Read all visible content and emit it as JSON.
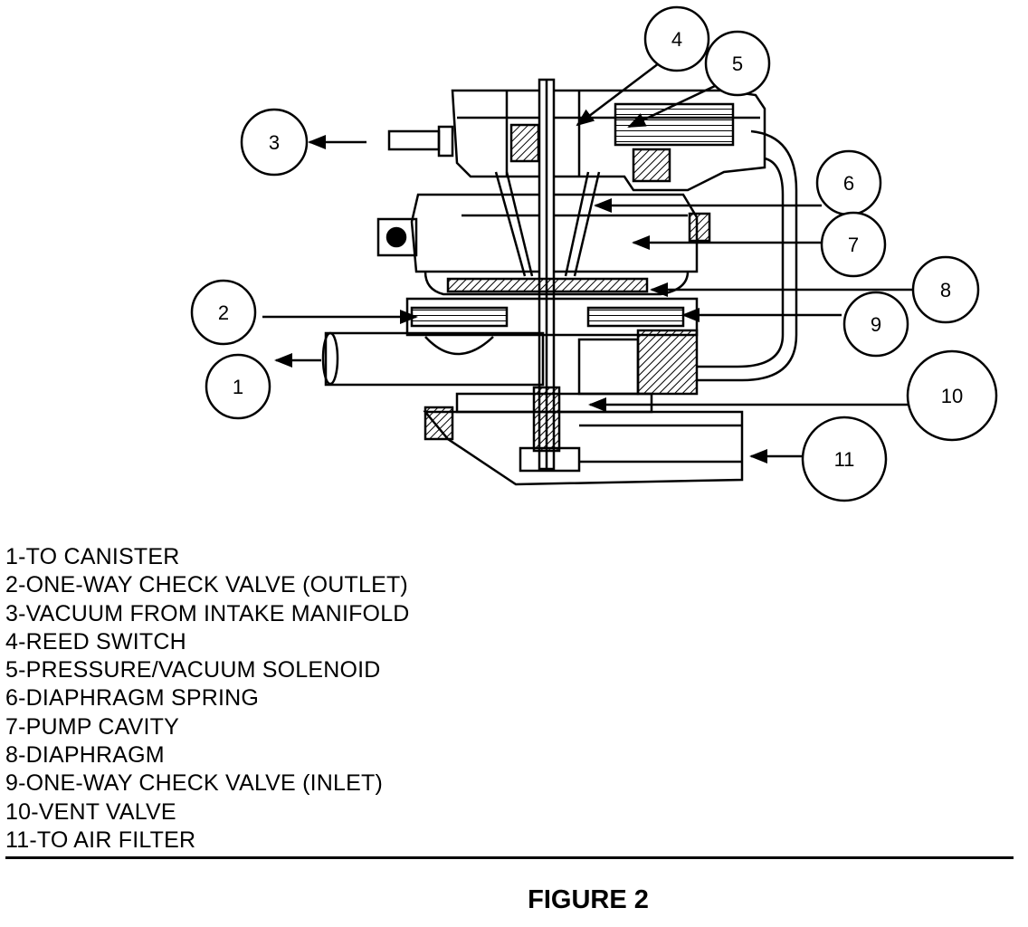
{
  "callouts": [
    {
      "number": "1",
      "part": "TO CANISTER"
    },
    {
      "number": "2",
      "part": "ONE-WAY CHECK VALVE (OUTLET)"
    },
    {
      "number": "3",
      "part": "VACUUM FROM INTAKE MANIFOLD"
    },
    {
      "number": "4",
      "part": "REED SWITCH"
    },
    {
      "number": "5",
      "part": "PRESSURE/VACUUM SOLENOID"
    },
    {
      "number": "6",
      "part": "DIAPHRAGM SPRING"
    },
    {
      "number": "7",
      "part": "PUMP CAVITY"
    },
    {
      "number": "8",
      "part": "DIAPHRAGM"
    },
    {
      "number": "9",
      "part": "ONE-WAY CHECK VALVE (INLET)"
    },
    {
      "number": "10",
      "part": "VENT VALVE"
    },
    {
      "number": "11",
      "part": "TO AIR FILTER"
    }
  ],
  "legend": [
    "1-TO CANISTER",
    "2-ONE-WAY CHECK VALVE (OUTLET)",
    "3-VACUUM FROM INTAKE MANIFOLD",
    "4-REED SWITCH",
    "5-PRESSURE/VACUUM SOLENOID",
    "6-DIAPHRAGM SPRING",
    "7-PUMP CAVITY",
    "8-DIAPHRAGM",
    "9-ONE-WAY CHECK VALVE (INLET)",
    "10-VENT VALVE",
    "11-TO AIR FILTER"
  ],
  "caption": "FIGURE 2"
}
